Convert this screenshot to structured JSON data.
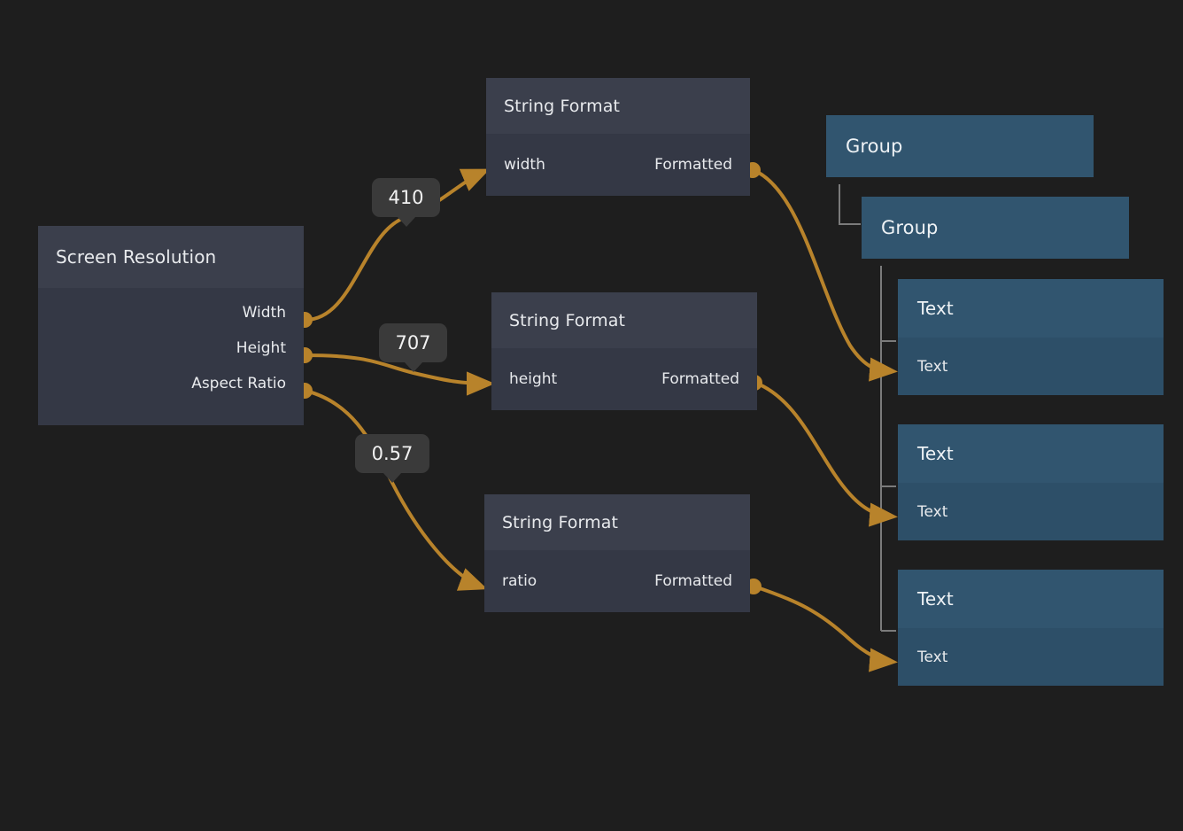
{
  "theme": {
    "background": "#1e1e1e",
    "node_dark_header": "#3b3f4c",
    "node_dark_body": "#343845",
    "node_blue_header": "#31556f",
    "node_blue_body": "#2d4f68",
    "edge_color": "#b8832b",
    "port_color": "#b8832b",
    "badge_background": "#3a3a3a",
    "text_color": "#e8eaed",
    "tree_line_color": "#7a7a7a"
  },
  "nodes": {
    "screen_resolution": {
      "title": "Screen Resolution",
      "outputs": [
        {
          "label": "Width"
        },
        {
          "label": "Height"
        },
        {
          "label": "Aspect Ratio"
        }
      ]
    },
    "string_format_width": {
      "title": "String Format",
      "input": "width",
      "output": "Formatted"
    },
    "string_format_height": {
      "title": "String Format",
      "input": "height",
      "output": "Formatted"
    },
    "string_format_ratio": {
      "title": "String Format",
      "input": "ratio",
      "output": "Formatted"
    },
    "group_outer": {
      "title": "Group"
    },
    "group_inner": {
      "title": "Group"
    },
    "text_nodes": [
      {
        "title": "Text",
        "body": "Text"
      },
      {
        "title": "Text",
        "body": "Text"
      },
      {
        "title": "Text",
        "body": "Text"
      }
    ]
  },
  "badges": {
    "width": "410",
    "height": "707",
    "ratio": "0.57"
  },
  "icons": {
    "output_port": "circle-port-icon",
    "input_arrow": "arrow-head-icon",
    "tree_branch": "tree-branch-icon"
  }
}
